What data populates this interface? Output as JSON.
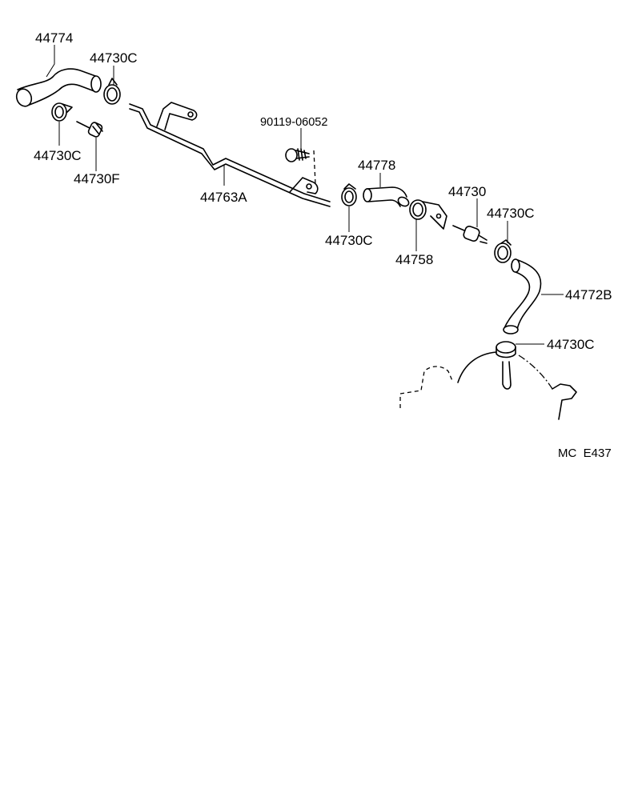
{
  "diagram": {
    "part_labels": {
      "hose_upper_left": "44774",
      "clamp_top": "44730C",
      "clamp_left": "44730C",
      "connector_f": "44730F",
      "pipe": "44763A",
      "bolt": "90119-06052",
      "hose_mid": "44778",
      "clamp_mid": "44730C",
      "bracket_clamp": "44758",
      "connector": "44730",
      "clamp_right": "44730C",
      "hose_right": "44772B",
      "clamp_bottom": "44730C"
    },
    "footer_code": "MC  E437"
  }
}
